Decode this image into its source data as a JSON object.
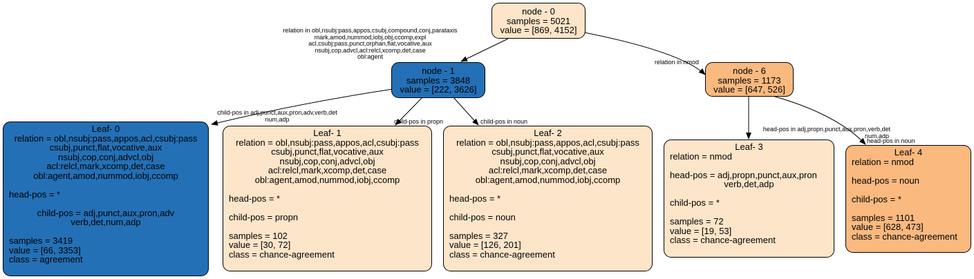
{
  "colors": {
    "blue": "#2470b6",
    "light": "#fde5c9",
    "orange": "#f9b97f",
    "edge": "#000000"
  },
  "nodes": {
    "n0": {
      "title": "node - 0",
      "samples": "samples = 5021",
      "value": "value = [869, 4152]"
    },
    "n1": {
      "title": "node - 1",
      "samples": "samples = 3848",
      "value": "value = [222, 3626]"
    },
    "n6": {
      "title": "node - 6",
      "samples": "samples = 1173",
      "value": "value = [647, 526]"
    },
    "leaf0": {
      "title": "Leaf- 0",
      "relation": [
        "relation = obl,nsubj:pass,appos,acl,csubj:pass",
        "csubj,punct,flat,vocative,aux",
        "nsubj,cop,conj,advcl,obj",
        "acl:relcl,mark,xcomp,det,case",
        "obl:agent,amod,nummod,iobj,ccomp"
      ],
      "head_pos": "head-pos = *",
      "child_pos": [
        "child-pos = adj,punct,aux,pron,adv",
        "verb,det,num,adp"
      ],
      "samples": "samples = 3419",
      "value": "value = [66, 3353]",
      "class": "class = agreement"
    },
    "leaf1": {
      "title": "Leaf- 1",
      "relation": [
        "relation = obl,nsubj:pass,appos,acl,csubj:pass",
        "csubj,punct,flat,vocative,aux",
        "nsubj,cop,conj,advcl,obj",
        "acl:relcl,mark,xcomp,det,case",
        "obl:agent,amod,nummod,iobj,ccomp"
      ],
      "head_pos": "head-pos = *",
      "child_pos": "child-pos = propn",
      "samples": "samples = 102",
      "value": "value = [30, 72]",
      "class": "class = chance-agreement"
    },
    "leaf2": {
      "title": "Leaf- 2",
      "relation": [
        "relation = obl,nsubj:pass,appos,acl,csubj:pass",
        "csubj,punct,flat,vocative,aux",
        "nsubj,cop,conj,advcl,obj",
        "acl:relcl,mark,xcomp,det,case",
        "obl:agent,amod,nummod,iobj,ccomp"
      ],
      "head_pos": "head-pos = *",
      "child_pos": "child-pos = noun",
      "samples": "samples = 327",
      "value": "value = [126, 201]",
      "class": "class = chance-agreement"
    },
    "leaf3": {
      "title": "Leaf- 3",
      "relation": "relation = nmod",
      "head_pos": [
        "head-pos = adj,propn,punct,aux,pron",
        "verb,det,adp"
      ],
      "child_pos": "child-pos = *",
      "samples": "samples = 72",
      "value": "value = [19, 53]",
      "class": "class = chance-agreement"
    },
    "leaf4": {
      "title": "Leaf- 4",
      "relation": "relation = nmod",
      "head_pos": "head-pos = noun",
      "child_pos": "child-pos = *",
      "samples": "samples = 1101",
      "value": "value = [628, 473]",
      "class": "class = chance-agreement"
    }
  },
  "edges": {
    "e01": [
      "relation in obl,nsubj:pass,appos,csubj,compound,conj,parataxis",
      "mark,amod,nummod,iobj,obj,ccomp,expl",
      "acl,csubj:pass,punct,orphan,flat,vocative,aux",
      "nsubj,cop,advcl,acl:relcl,xcomp,det,case",
      "obl:agent"
    ],
    "e06": "relation in nmod",
    "e1l0": [
      "child-pos in adj,punct,aux,pron,adv,verb,det",
      "num,adp"
    ],
    "e1l1": "child-pos in propn",
    "e1l2": "child-pos in noun",
    "e6l3": [
      "head-pos in adj,propn,punct,aux,pron,verb,det",
      "num,adp"
    ],
    "e6l4": "head-pos in noun"
  }
}
